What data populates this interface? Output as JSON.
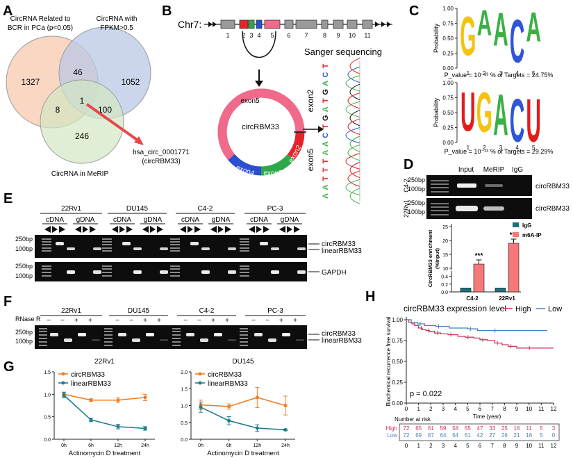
{
  "panels": {
    "A": {
      "letter": "A",
      "circle_labels": [
        "CircRNA Related to",
        "BCR in PCa (p<0.05)",
        "CircRNA with",
        "FPKM>0.5",
        "CircRNA in MeRIP"
      ],
      "counts": [
        "1327",
        "46",
        "1052",
        "8",
        "1",
        "100",
        "246"
      ],
      "callout": [
        "hsa_circ_0001771",
        "(circRBM33)"
      ],
      "colors": {
        "left": "#f7cdb3",
        "right": "#b9c8e6",
        "bottom": "#d3e7c3",
        "arrow": "#e8464c"
      }
    },
    "B": {
      "letter": "B",
      "chrom": "Chr7:",
      "exons": [
        "1",
        "2",
        "3",
        "4",
        "5",
        "6",
        "7",
        "8",
        "9",
        "10",
        "11"
      ],
      "exon_colors": [
        "#9a9a9a",
        "#e8222a",
        "#2fa84a",
        "#2a4fd0",
        "#f06a8c",
        "#9a9a9a",
        "#9a9a9a",
        "#9a9a9a",
        "#9a9a9a",
        "#9a9a9a",
        "#9a9a9a"
      ],
      "ring_labels": [
        "exon5",
        "exon4",
        "exon3",
        "exon2"
      ],
      "center": "circRBM33",
      "sanger_title": "Sanger sequencing",
      "junction_labels": [
        "exon2",
        "exon5"
      ],
      "sequence": [
        "T",
        "C",
        "A",
        "G",
        "T",
        "A",
        "G",
        "T",
        "C",
        "A",
        "A",
        "T",
        "T",
        "T",
        "A",
        "A"
      ]
    },
    "C": {
      "letter": "C",
      "ylabel": "Probability",
      "yticks": [
        "0.00",
        "0.25",
        "0.50",
        "0.75",
        "1.00"
      ],
      "positions": [
        "1",
        "2",
        "3",
        "4",
        "5"
      ],
      "motif1_caption": "P_value = 10⁻¹³   % of Targets = 24.75%",
      "motif2_caption": "P_value = 10⁻¹³   % of Targets = 29.29%",
      "motif1": [
        "G",
        "A",
        "A",
        "C",
        "A"
      ],
      "motif2": [
        "U",
        "G",
        "A",
        "C",
        "U"
      ],
      "base_colors": {
        "A": "#3bb045",
        "C": "#2f56d6",
        "G": "#f4c20f",
        "U": "#e41b1b"
      }
    },
    "D": {
      "letter": "D",
      "lane_labels": [
        "Input",
        "MeRIP",
        "IgG"
      ],
      "rows": [
        "C4-2",
        "22Rv1"
      ],
      "markers": [
        "250bp",
        "100bp"
      ],
      "band_label": "circRBM33",
      "ylabel": [
        "CircRBM33 enrichment",
        "(%Input)"
      ],
      "legend": [
        "IgG",
        "m6A-IP"
      ],
      "colors": {
        "IgG": "#1f6f7d",
        "m6A": "#f4797a"
      },
      "significance": "***"
    },
    "E": {
      "letter": "E",
      "cell_lines": [
        "22Rv1",
        "DU145",
        "C4-2",
        "PC-3"
      ],
      "template_labels": [
        "cDNA",
        "gDNA"
      ],
      "markers": [
        "250bp",
        "100bp"
      ],
      "band_labels": [
        "circRBM33",
        "linearRBM33",
        "GAPDH"
      ]
    },
    "F": {
      "letter": "F",
      "cell_lines": [
        "22Rv1",
        "DU145",
        "C4-2",
        "PC-3"
      ],
      "rnase_label": "RNase R",
      "signs": [
        "−",
        "−",
        "+",
        "+"
      ],
      "markers": [
        "250bp",
        "100bp"
      ],
      "band_labels": [
        "circRBM33",
        "linearRBM33"
      ]
    },
    "G": {
      "letter": "G",
      "xlabel": "Actinomycin D treatment",
      "colors": {
        "circ": "#ef7d22",
        "linear": "#1f7d8c"
      }
    },
    "H": {
      "letter": "H",
      "colors": {
        "High": "#d2345a",
        "Low": "#4a7fc2"
      },
      "risk_title": "Number at risk",
      "risk_rows": [
        {
          "label": "High",
          "values": [
            "72",
            "65",
            "61",
            "59",
            "58",
            "55",
            "47",
            "33",
            "25",
            "16",
            "11",
            "5",
            "3"
          ]
        },
        {
          "label": "Low",
          "values": [
            "72",
            "69",
            "67",
            "64",
            "64",
            "61",
            "42",
            "27",
            "26",
            "21",
            "16",
            "5",
            "0"
          ]
        }
      ],
      "risk_xticks": [
        "0",
        "1",
        "2",
        "3",
        "4",
        "5",
        "6",
        "7",
        "8",
        "9",
        "10",
        "11",
        "12"
      ]
    }
  },
  "chart_data": [
    {
      "type": "bar",
      "title": "",
      "xlabel": "",
      "ylabel": "CircRBM33 enrichment (%Input)",
      "categories": [
        "C4-2",
        "22Rv1"
      ],
      "series": [
        {
          "name": "IgG",
          "values": [
            0.1,
            0.1
          ]
        },
        {
          "name": "m6A-IP",
          "values": [
            11.5,
            19.0
          ]
        }
      ],
      "yticks_lower": [
        "0.0",
        "0.2",
        "0.4"
      ],
      "yticks_upper": [
        "10",
        "15",
        "20",
        "25"
      ],
      "ylim": [
        0,
        25
      ],
      "legend": "top-right"
    },
    {
      "type": "line",
      "title": "22Rv1",
      "xlabel": "Actinomycin D treatment",
      "ylabel": "",
      "x": [
        "0h",
        "6h",
        "12h",
        "24h"
      ],
      "yticks": [
        "0.0",
        "0.5",
        "1.0",
        "1.5"
      ],
      "ylim": [
        0,
        1.5
      ],
      "series": [
        {
          "name": "circRBM33",
          "values": [
            1.0,
            0.87,
            0.87,
            0.93
          ],
          "err": [
            0.05,
            0.03,
            0.05,
            0.07
          ]
        },
        {
          "name": "linearRBM33",
          "values": [
            0.98,
            0.43,
            0.28,
            0.24
          ],
          "err": [
            0.06,
            0.04,
            0.05,
            0.04
          ]
        }
      ],
      "legend": "top-left"
    },
    {
      "type": "line",
      "title": "DU145",
      "xlabel": "Actinomycin D treatment",
      "ylabel": "",
      "x": [
        "0h",
        "6h",
        "12h",
        "24h"
      ],
      "yticks": [
        "0.0",
        "0.5",
        "1.0",
        "1.5",
        "2.0"
      ],
      "ylim": [
        0,
        2.0
      ],
      "series": [
        {
          "name": "circRBM33",
          "values": [
            1.02,
            0.97,
            1.24,
            1.0
          ],
          "err": [
            0.14,
            0.08,
            0.3,
            0.28
          ]
        },
        {
          "name": "linearRBM33",
          "values": [
            0.95,
            0.55,
            0.33,
            0.28
          ],
          "err": [
            0.15,
            0.12,
            0.1,
            0.02
          ]
        }
      ],
      "legend": "top-left"
    },
    {
      "type": "line",
      "title": "circRBM33 expression level",
      "xlabel": "Time (year)",
      "ylabel": "Biochemical recurrence free survival",
      "xticks": [
        "0",
        "1",
        "2",
        "3",
        "4",
        "5",
        "6",
        "7",
        "8",
        "9",
        "10",
        "11",
        "12"
      ],
      "yticks": [
        "0.00",
        "0.25",
        "0.50",
        "0.75",
        "1.00"
      ],
      "xlim": [
        0,
        12
      ],
      "ylim": [
        0,
        1
      ],
      "series": [
        {
          "name": "High",
          "x": [
            0,
            0.2,
            0.45,
            0.7,
            1.0,
            1.3,
            1.6,
            1.9,
            2.3,
            2.8,
            3.4,
            4.2,
            4.8,
            5.5,
            6.0,
            6.6,
            7.2,
            7.8,
            8.3,
            9.0,
            9.8,
            12
          ],
          "y": [
            1.0,
            0.97,
            0.95,
            0.93,
            0.9,
            0.88,
            0.87,
            0.86,
            0.84,
            0.83,
            0.82,
            0.8,
            0.79,
            0.78,
            0.76,
            0.75,
            0.72,
            0.7,
            0.68,
            0.66,
            0.66,
            0.66
          ]
        },
        {
          "name": "Low",
          "x": [
            0,
            0.4,
            0.9,
            1.5,
            2.4,
            3.5,
            5.0,
            5.8,
            7.0,
            11.5
          ],
          "y": [
            1.0,
            0.97,
            0.95,
            0.93,
            0.92,
            0.9,
            0.89,
            0.87,
            0.87,
            0.87
          ]
        }
      ],
      "legend": "top-right",
      "annotation": "p = 0.022"
    }
  ]
}
